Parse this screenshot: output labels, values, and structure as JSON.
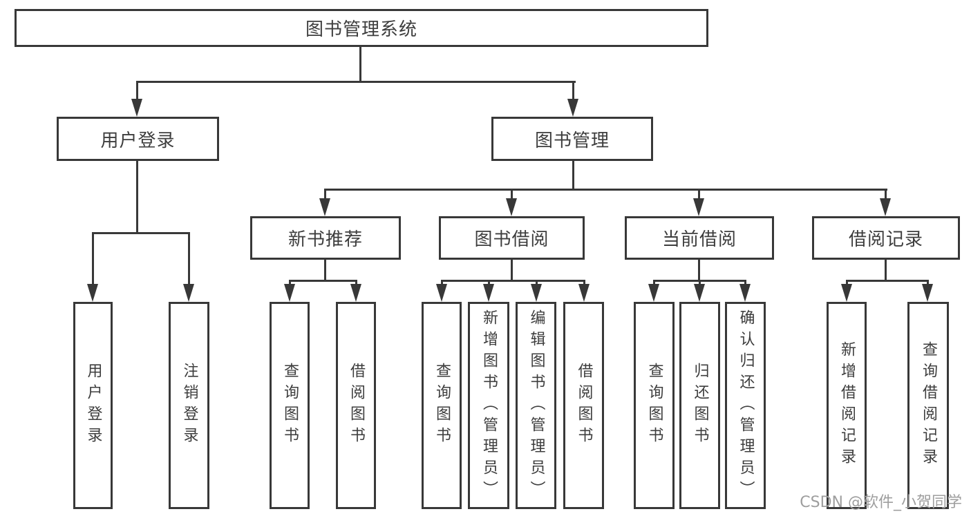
{
  "tree": {
    "root": "图书管理系统",
    "branches": [
      {
        "label": "用户登录",
        "children": [
          "用户登录",
          "注销登录"
        ]
      },
      {
        "label": "图书管理",
        "groups": [
          {
            "label": "新书推荐",
            "children": [
              "查询图书",
              "借阅图书"
            ]
          },
          {
            "label": "图书借阅",
            "children": [
              "查询图书",
              "新增图书（管理员）",
              "编辑图书（管理员）",
              "借阅图书"
            ]
          },
          {
            "label": "当前借阅",
            "children": [
              "查询图书",
              "归还图书",
              "确认归还（管理员）"
            ]
          },
          {
            "label": "借阅记录",
            "children": [
              "新增借阅记录",
              "查询借阅记录"
            ]
          }
        ]
      }
    ]
  },
  "watermark": {
    "text": "CSDN @软件_小贺同学"
  },
  "colors": {
    "line": "#383838",
    "text": "#3d3d3d",
    "watermark": "#9e9e9e",
    "background": "#ffffff"
  }
}
